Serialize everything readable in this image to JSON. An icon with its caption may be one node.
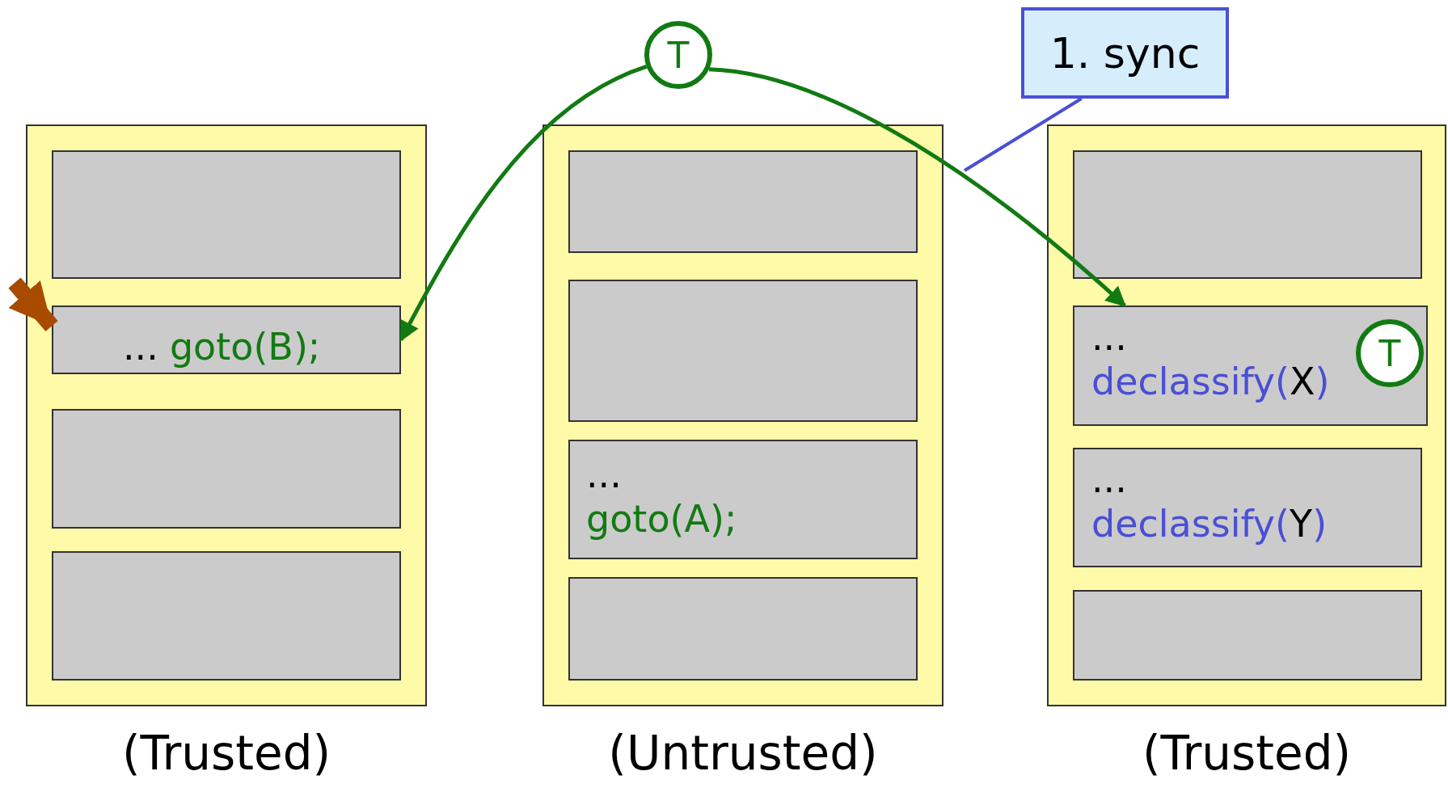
{
  "diagram": {
    "nodes": [
      {
        "text": [],
        "shape": "box",
        "beside": [
          "(Trusted)"
        ]
      },
      {
        "text": [],
        "shape": "box",
        "in": 0
      },
      {
        "text": [
          "...",
          "goto(B);"
        ],
        "in": 0
      },
      {
        "text": [],
        "shape": "box",
        "in": 0
      },
      {
        "text": [],
        "shape": "box",
        "in": 0
      },
      {
        "text": [],
        "shape": "box",
        "beside": [
          "(Untrusted)"
        ]
      },
      {
        "text": [],
        "shape": "box",
        "in": 5
      },
      {
        "text": [],
        "shape": "box",
        "in": 5
      },
      {
        "text": [
          "...",
          "goto(A);"
        ],
        "in": 5
      },
      {
        "text": [],
        "shape": "box",
        "in": 5
      },
      {
        "text": [],
        "shape": "box",
        "beside": [
          "(Trusted)"
        ]
      },
      {
        "text": [],
        "shape": "box",
        "in": 10
      },
      {
        "text": [
          "...",
          "declassify(X)"
        ],
        "in": 10
      },
      {
        "text": [
          "T"
        ],
        "in": 12
      },
      {
        "text": [
          "...",
          "declassify(Y)"
        ],
        "in": 10
      },
      {
        "text": [],
        "shape": "box",
        "in": 10
      },
      {
        "text": [
          "T"
        ]
      },
      {
        "text": [
          "1. sync"
        ]
      }
    ],
    "edges": [
      {
        "from": 16,
        "to": 2,
        "arrow": "to",
        "color": "#127a12"
      },
      {
        "from": 16,
        "to": 12,
        "arrow": "to",
        "color": "#127a12"
      },
      {
        "from": 17,
        "to": null,
        "arrow": "none",
        "color": "#4a4fd6"
      },
      {
        "from": null,
        "to": 2,
        "arrow": "to",
        "style": "thick",
        "color": "#a84a00"
      }
    ]
  }
}
